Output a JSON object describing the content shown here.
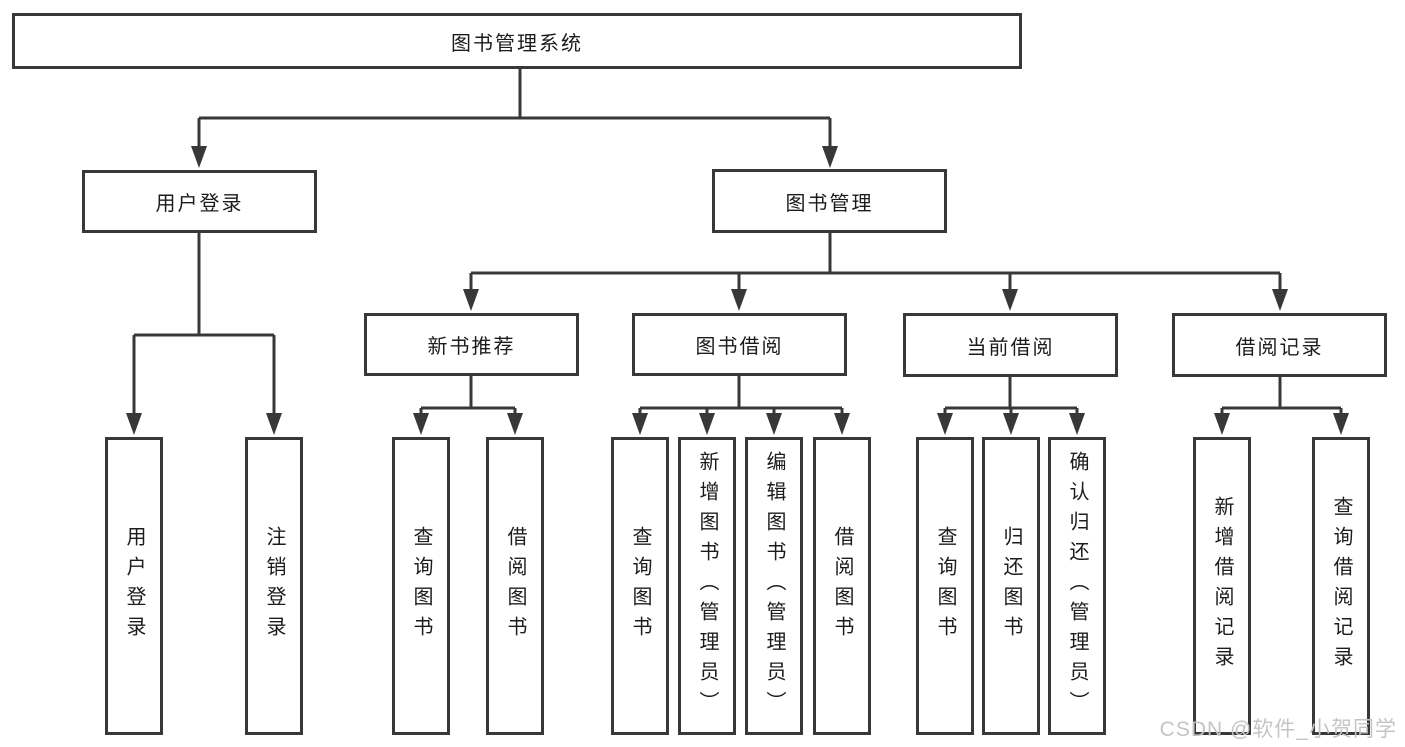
{
  "tree": {
    "label": "图书管理系统",
    "children": [
      {
        "label": "用户登录",
        "children": [
          {
            "label": "用户登录"
          },
          {
            "label": "注销登录"
          }
        ]
      },
      {
        "label": "图书管理",
        "children": [
          {
            "label": "新书推荐",
            "children": [
              {
                "label": "查询图书"
              },
              {
                "label": "借阅图书"
              }
            ]
          },
          {
            "label": "图书借阅",
            "children": [
              {
                "label": "查询图书"
              },
              {
                "label": "新增图书（管理员）"
              },
              {
                "label": "编辑图书（管理员）"
              },
              {
                "label": "借阅图书"
              }
            ]
          },
          {
            "label": "当前借阅",
            "children": [
              {
                "label": "查询图书"
              },
              {
                "label": "归还图书"
              },
              {
                "label": "确认归还（管理员）"
              }
            ]
          },
          {
            "label": "借阅记录",
            "children": [
              {
                "label": "新增借阅记录"
              },
              {
                "label": "查询借阅记录"
              }
            ]
          }
        ]
      }
    ]
  },
  "watermark": {
    "text": "CSDN @软件_小贺同学"
  },
  "colors": {
    "line": "#383838",
    "box_border": "#383838",
    "box_fill": "#ffffff",
    "text": "#1c1c1c",
    "watermark": "#c4c4c4",
    "background": "#ffffff"
  }
}
